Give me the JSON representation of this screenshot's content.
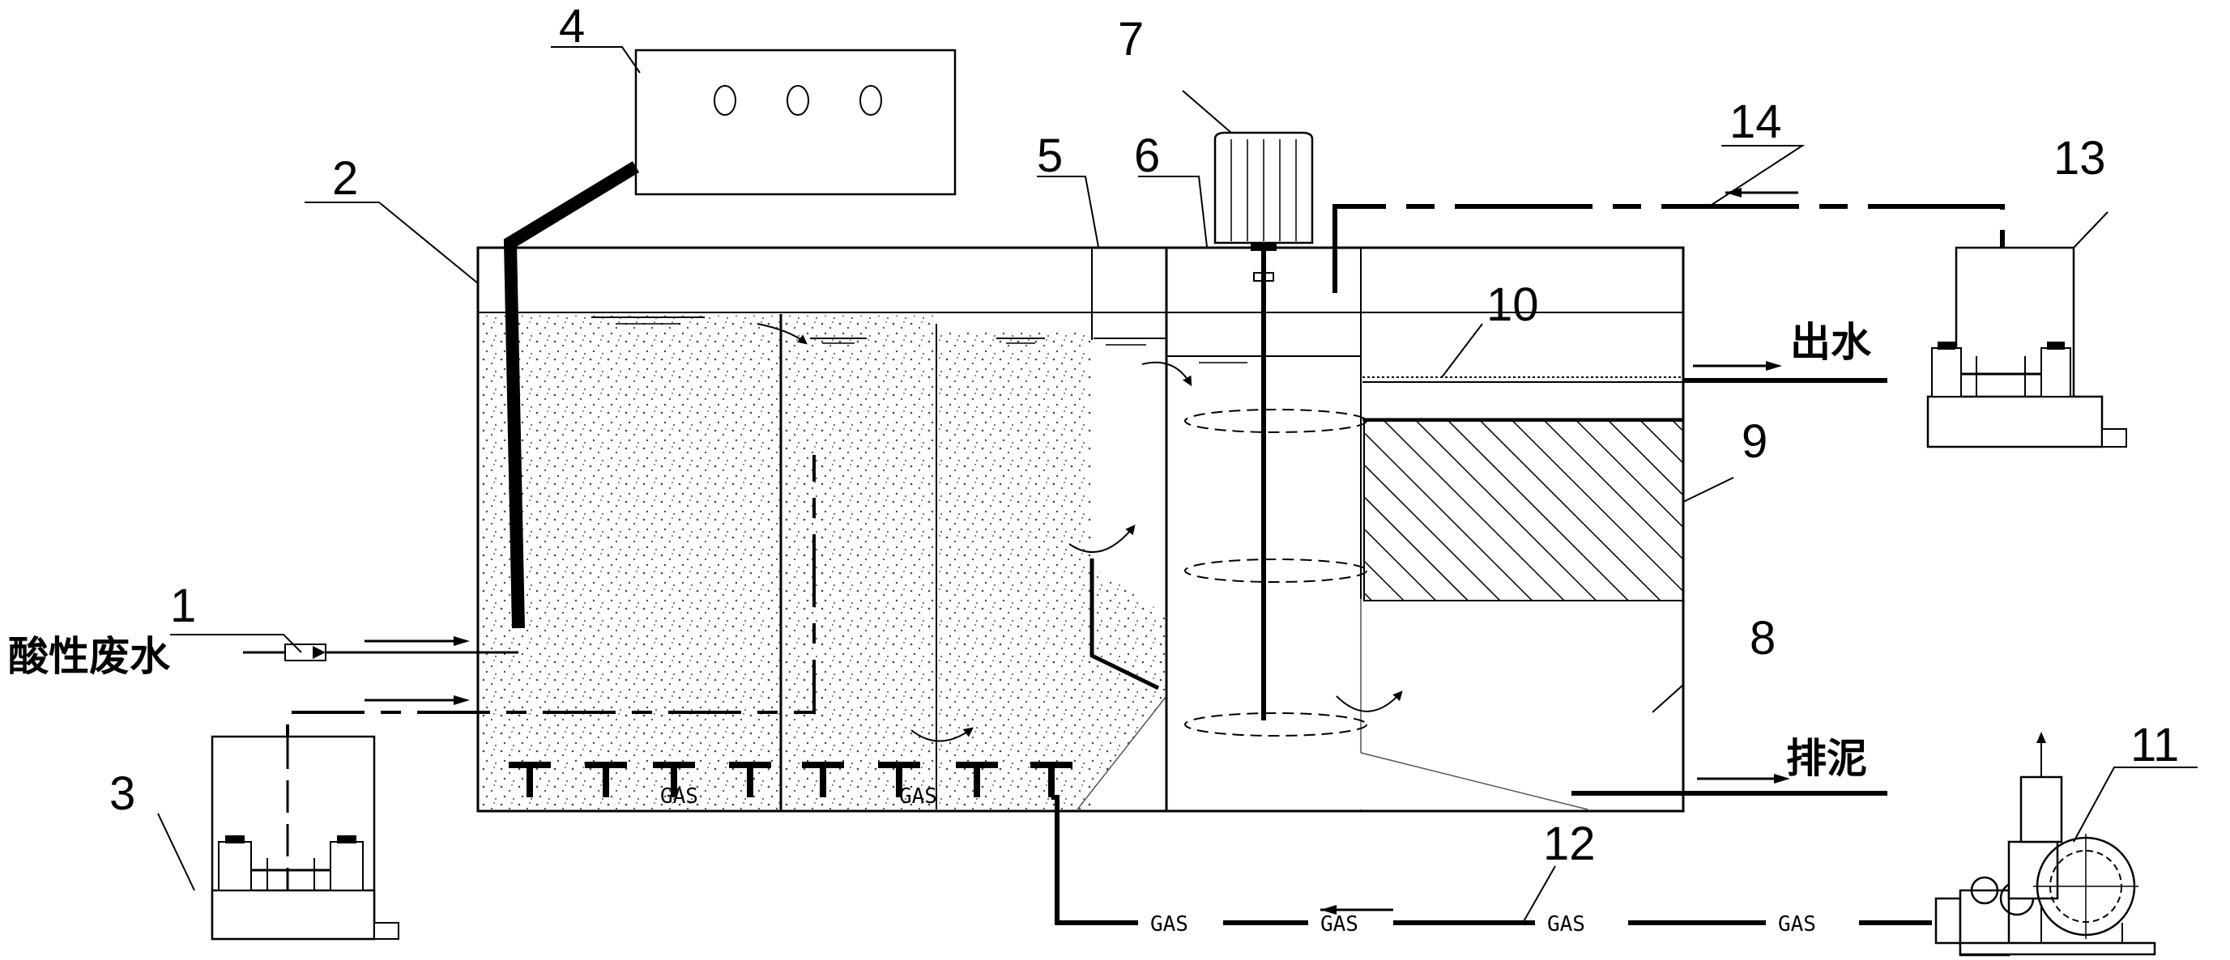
{
  "labels": {
    "n1": "1",
    "n2": "2",
    "n3": "3",
    "n4": "4",
    "n5": "5",
    "n6": "6",
    "n7": "7",
    "n8": "8",
    "n9": "9",
    "n10": "10",
    "n11": "11",
    "n12": "12",
    "n13": "13",
    "n14": "14"
  },
  "texts": {
    "inlet": "酸性废水",
    "outlet": "出水",
    "sludge": "排泥",
    "gas": "GAS"
  }
}
